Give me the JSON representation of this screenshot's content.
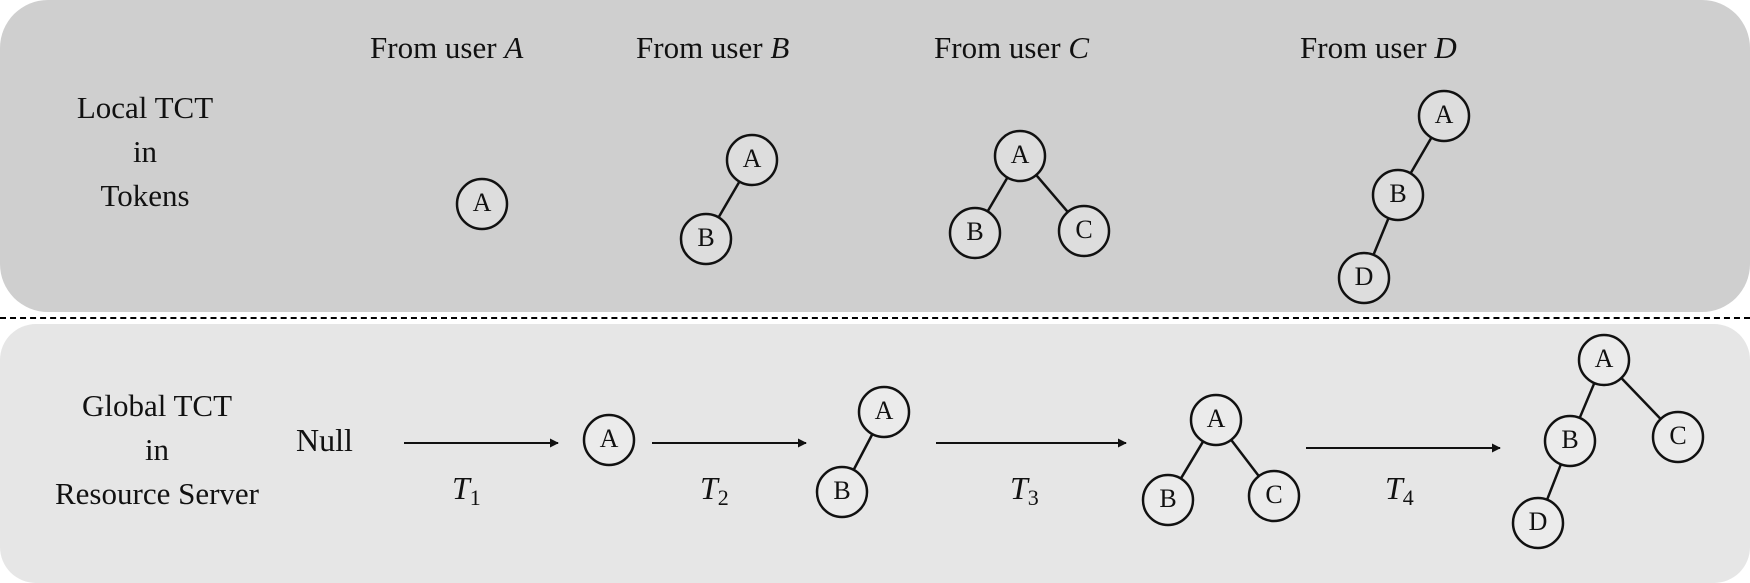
{
  "local_row": {
    "label_lines": [
      "Local TCT",
      "in",
      "Tokens"
    ]
  },
  "global_row": {
    "label_lines": [
      "Global TCT",
      "in",
      "Resource Server"
    ],
    "start_label": "Null"
  },
  "columns": [
    {
      "prefix": "From user ",
      "user": "A"
    },
    {
      "prefix": "From user ",
      "user": "B"
    },
    {
      "prefix": "From user ",
      "user": "C"
    },
    {
      "prefix": "From user ",
      "user": "D"
    }
  ],
  "transitions": [
    {
      "symbol": "T",
      "index": "1"
    },
    {
      "symbol": "T",
      "index": "2"
    },
    {
      "symbol": "T",
      "index": "3"
    },
    {
      "symbol": "T",
      "index": "4"
    }
  ],
  "local_trees": [
    {
      "name": "local-tree-a",
      "nodes": [
        {
          "id": "A",
          "label": "A"
        }
      ],
      "edges": []
    },
    {
      "name": "local-tree-b",
      "nodes": [
        {
          "id": "A",
          "label": "A"
        },
        {
          "id": "B",
          "label": "B"
        }
      ],
      "edges": [
        [
          "A",
          "B"
        ]
      ]
    },
    {
      "name": "local-tree-c",
      "nodes": [
        {
          "id": "A",
          "label": "A"
        },
        {
          "id": "B",
          "label": "B"
        },
        {
          "id": "C",
          "label": "C"
        }
      ],
      "edges": [
        [
          "A",
          "B"
        ],
        [
          "A",
          "C"
        ]
      ]
    },
    {
      "name": "local-tree-d",
      "nodes": [
        {
          "id": "A",
          "label": "A"
        },
        {
          "id": "B",
          "label": "B"
        },
        {
          "id": "D",
          "label": "D"
        }
      ],
      "edges": [
        [
          "A",
          "B"
        ],
        [
          "B",
          "D"
        ]
      ]
    }
  ],
  "global_trees": [
    {
      "name": "global-tree-1",
      "nodes": [
        {
          "id": "A",
          "label": "A"
        }
      ],
      "edges": []
    },
    {
      "name": "global-tree-2",
      "nodes": [
        {
          "id": "A",
          "label": "A"
        },
        {
          "id": "B",
          "label": "B"
        }
      ],
      "edges": [
        [
          "A",
          "B"
        ]
      ]
    },
    {
      "name": "global-tree-3",
      "nodes": [
        {
          "id": "A",
          "label": "A"
        },
        {
          "id": "B",
          "label": "B"
        },
        {
          "id": "C",
          "label": "C"
        }
      ],
      "edges": [
        [
          "A",
          "B"
        ],
        [
          "A",
          "C"
        ]
      ]
    },
    {
      "name": "global-tree-4",
      "nodes": [
        {
          "id": "A",
          "label": "A"
        },
        {
          "id": "B",
          "label": "B"
        },
        {
          "id": "C",
          "label": "C"
        },
        {
          "id": "D",
          "label": "D"
        }
      ],
      "edges": [
        [
          "A",
          "B"
        ],
        [
          "A",
          "C"
        ],
        [
          "B",
          "D"
        ]
      ]
    }
  ]
}
